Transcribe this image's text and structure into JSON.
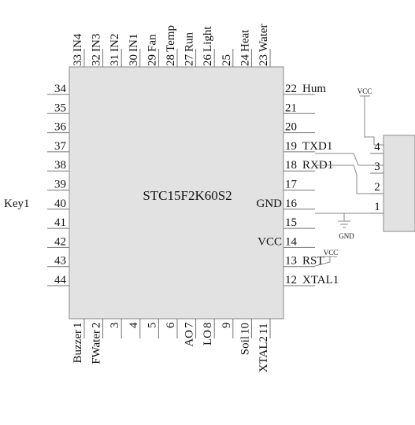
{
  "chip": {
    "name": "STC15F2K60S2",
    "body_color": "#e2e2e2",
    "outline_color": "#8a8a8a"
  },
  "left_pins": [
    {
      "num": "34",
      "label": ""
    },
    {
      "num": "35",
      "label": ""
    },
    {
      "num": "36",
      "label": ""
    },
    {
      "num": "37",
      "label": ""
    },
    {
      "num": "38",
      "label": ""
    },
    {
      "num": "39",
      "label": ""
    },
    {
      "num": "40",
      "label": "Key1"
    },
    {
      "num": "41",
      "label": ""
    },
    {
      "num": "42",
      "label": ""
    },
    {
      "num": "43",
      "label": ""
    },
    {
      "num": "44",
      "label": ""
    }
  ],
  "right_pins": [
    {
      "num": "22",
      "label": "Hum",
      "inner": ""
    },
    {
      "num": "21",
      "label": "",
      "inner": ""
    },
    {
      "num": "20",
      "label": "",
      "inner": ""
    },
    {
      "num": "19",
      "label": "TXD1",
      "inner": ""
    },
    {
      "num": "18",
      "label": "RXD1",
      "inner": ""
    },
    {
      "num": "17",
      "label": "",
      "inner": ""
    },
    {
      "num": "16",
      "label": "",
      "inner": "GND"
    },
    {
      "num": "15",
      "label": "",
      "inner": ""
    },
    {
      "num": "14",
      "label": "",
      "inner": "VCC"
    },
    {
      "num": "13",
      "label": "RST",
      "inner": ""
    },
    {
      "num": "12",
      "label": "XTAL1",
      "inner": ""
    }
  ],
  "top_pins": [
    {
      "num": "33",
      "label": "IN4"
    },
    {
      "num": "32",
      "label": "IN3"
    },
    {
      "num": "31",
      "label": "IN2"
    },
    {
      "num": "30",
      "label": "IN1"
    },
    {
      "num": "29",
      "label": "Fan"
    },
    {
      "num": "28",
      "label": "Temp"
    },
    {
      "num": "27",
      "label": "Run"
    },
    {
      "num": "26",
      "label": "Light"
    },
    {
      "num": "25",
      "label": ""
    },
    {
      "num": "24",
      "label": "Heat"
    },
    {
      "num": "23",
      "label": "Water"
    }
  ],
  "bottom_pins": [
    {
      "num": "1",
      "label": "Buzzer"
    },
    {
      "num": "2",
      "label": "FWater"
    },
    {
      "num": "3",
      "label": ""
    },
    {
      "num": "4",
      "label": ""
    },
    {
      "num": "5",
      "label": ""
    },
    {
      "num": "6",
      "label": ""
    },
    {
      "num": "7",
      "label": "AO"
    },
    {
      "num": "8",
      "label": "LO"
    },
    {
      "num": "9",
      "label": ""
    },
    {
      "num": "10",
      "label": "Soil"
    },
    {
      "num": "11",
      "label": "XTAL2"
    }
  ],
  "connector": {
    "pins": [
      "4",
      "3",
      "2",
      "1"
    ]
  },
  "power": {
    "vcc_top": "VCC",
    "vcc_rst": "VCC",
    "gnd": "GND"
  }
}
